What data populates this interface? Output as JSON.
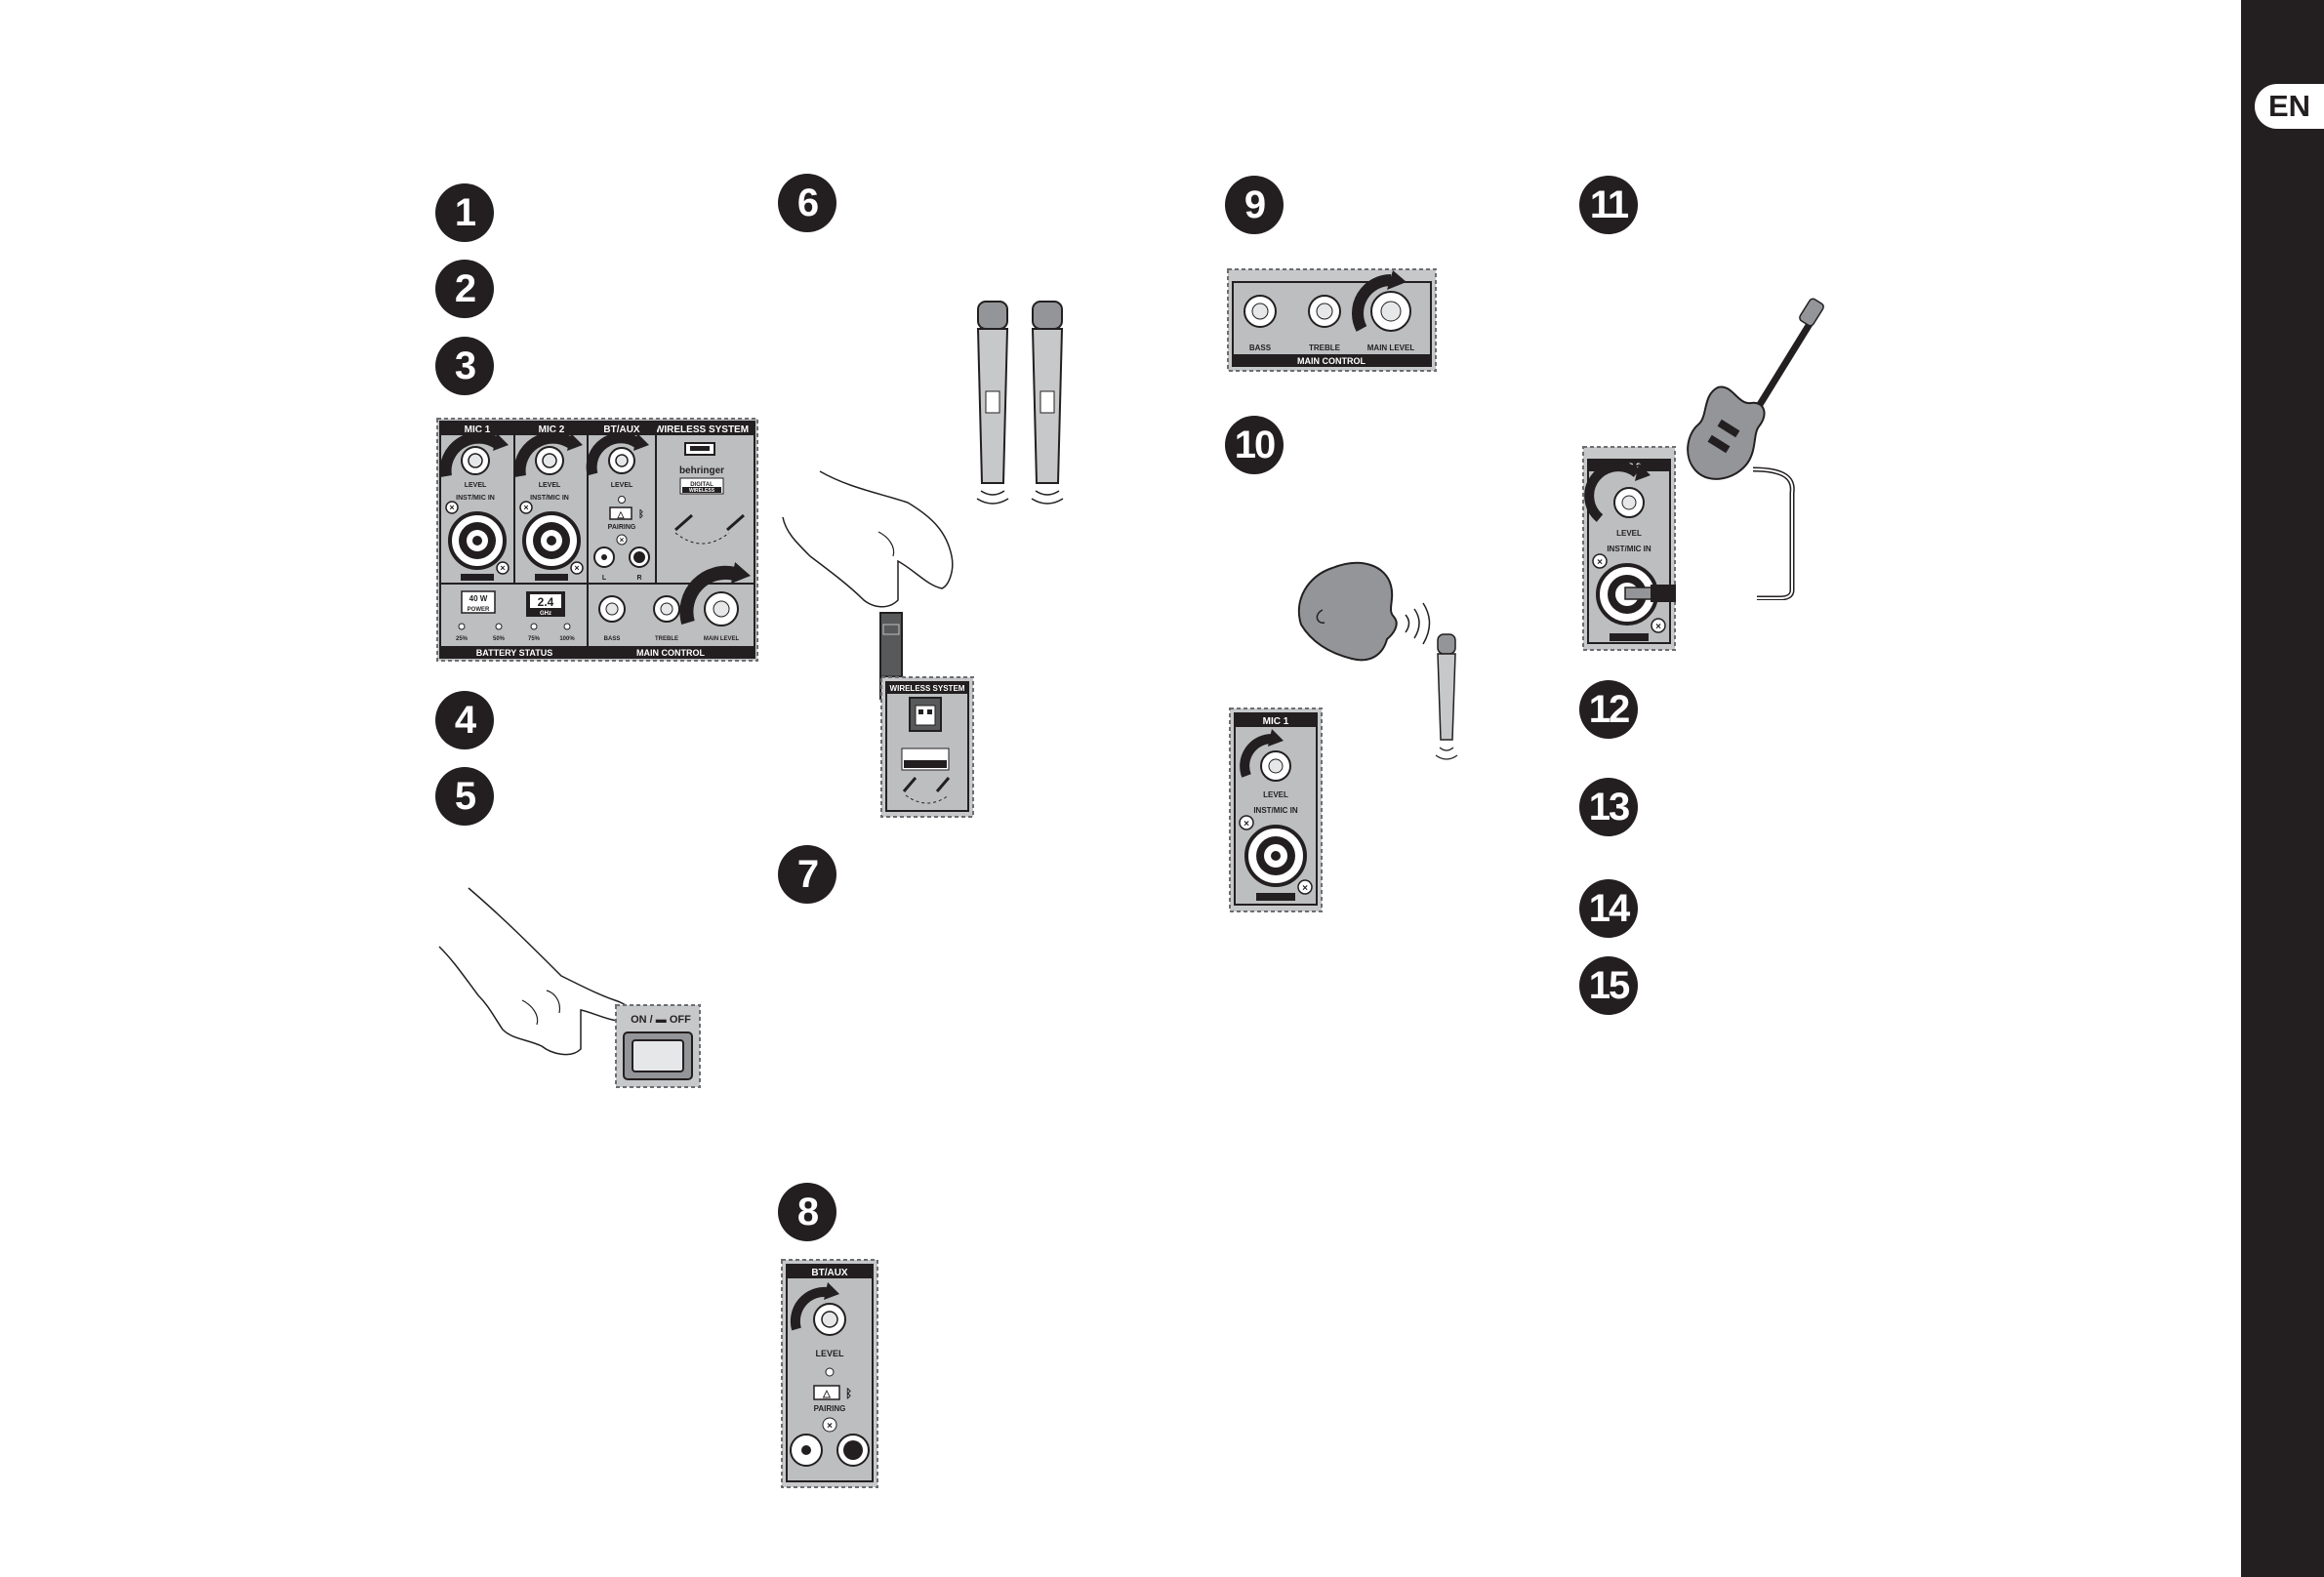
{
  "sidebar": {
    "language": "EN"
  },
  "steps": [
    "1",
    "2",
    "3",
    "4",
    "5",
    "6",
    "7",
    "8",
    "9",
    "10",
    "11",
    "12",
    "13",
    "14",
    "15"
  ],
  "panel_main": {
    "mic1": "MIC 1",
    "mic2": "MIC 2",
    "btaux": "BT/AUX",
    "wireless": "WIRELESS SYSTEM",
    "level": "LEVEL",
    "instmic": "INST/MIC IN",
    "pairing": "PAIRING",
    "brand": "behringer",
    "digital": "DIGITAL",
    "wireless_badge": "WIRELESS",
    "watt": "40 W",
    "power": "POWER",
    "ghz": "2.4",
    "ghz_unit": "GHz",
    "battery": "BATTERY STATUS",
    "main_control": "MAIN CONTROL",
    "bass": "BASS",
    "treble": "TREBLE",
    "main_level": "MAIN LEVEL",
    "pct": [
      "25%",
      "50%",
      "75%",
      "100%"
    ],
    "lr": [
      "L",
      "R"
    ]
  },
  "switch": {
    "label": "ON / ▬ OFF"
  },
  "panel_usb": {
    "title": "WIRELESS SYSTEM"
  },
  "panel_bt": {
    "title": "BT/AUX",
    "level": "LEVEL",
    "pairing": "PAIRING"
  },
  "panel_mc": {
    "title": "MAIN CONTROL",
    "bass": "BASS",
    "treble": "TREBLE",
    "main_level": "MAIN LEVEL"
  },
  "panel_mic1": {
    "title": "MIC 1",
    "level": "LEVEL",
    "instmic": "INST/MIC IN"
  },
  "panel_mic2": {
    "title": "MIC 2",
    "level": "LEVEL",
    "instmic": "INST/MIC IN"
  }
}
